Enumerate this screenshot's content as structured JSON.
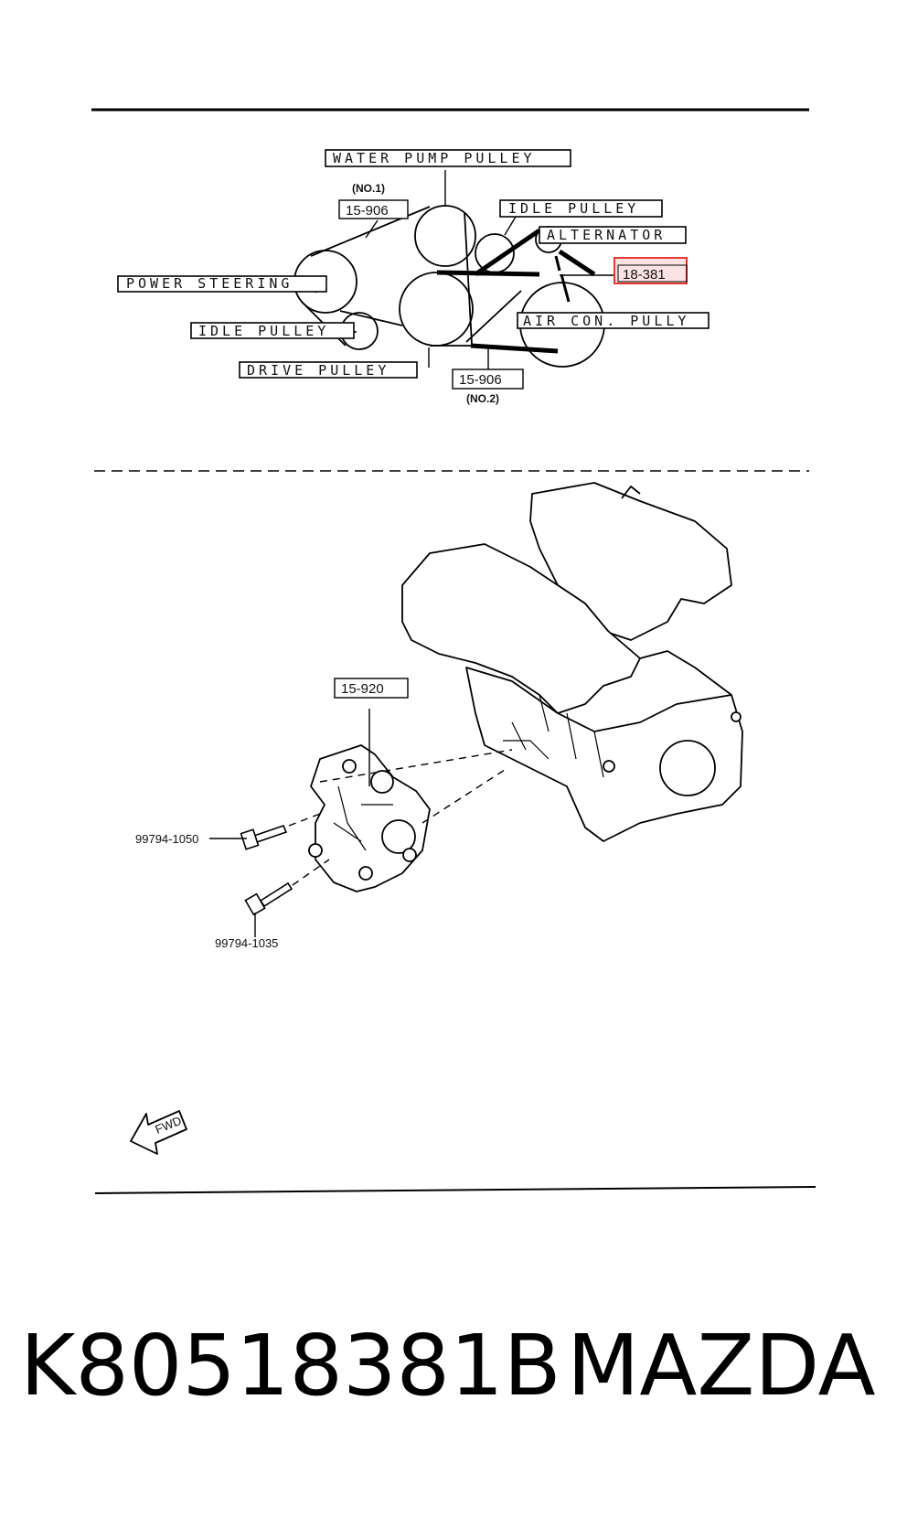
{
  "belt_diagram": {
    "labels": {
      "water_pump_pulley": "WATER PUMP PULLEY",
      "idle_pulley_top": "IDLE PULLEY",
      "alternator": "ALTERNATOR",
      "power_steering": "POWER STEERING",
      "air_con_pully": "AIR CON. PULLY",
      "idle_pulley_bottom": "IDLE PULLEY",
      "drive_pulley": "DRIVE PULLEY"
    },
    "belt_no1": {
      "part": "15-906",
      "note": "(NO.1)"
    },
    "belt_no2": {
      "part": "15-906",
      "note": "(NO.2)"
    },
    "highlighted_part": "18-381",
    "highlight_color": "#e53935"
  },
  "engine_diagram": {
    "bracket_part": "15-920",
    "bolt_upper": "99794-1050",
    "bolt_lower": "99794-1035",
    "fwd_label": "FWD"
  },
  "footer": {
    "part_number": "K80518381B",
    "brand": "MAZDA"
  }
}
